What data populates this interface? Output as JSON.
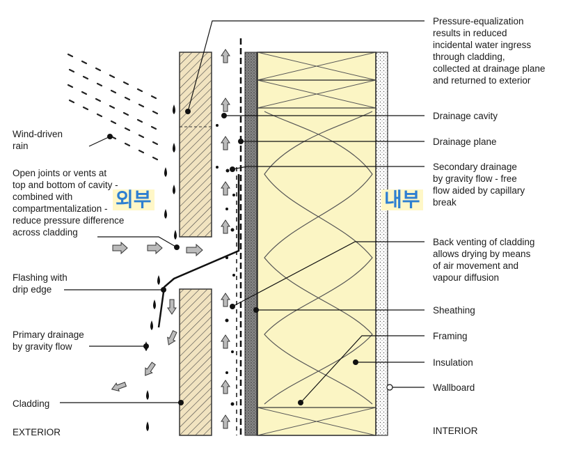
{
  "labels": {
    "pressure_equalization": "Pressure-equalization\nresults in reduced\nincidental water ingress\nthrough cladding,\ncollected at drainage plane\nand returned to exterior",
    "drainage_cavity": "Drainage cavity",
    "drainage_plane": "Drainage plane",
    "secondary_drainage": "Secondary drainage\nby gravity flow - free\nflow aided by capillary\nbreak",
    "back_venting": "Back venting of cladding\nallows drying by means\nof air movement and\nvapour diffusion",
    "sheathing": "Sheathing",
    "framing": "Framing",
    "insulation": "Insulation",
    "wallboard": "Wallboard",
    "interior": "INTERIOR",
    "wind_driven_rain": "Wind-driven\nrain",
    "open_joints": "Open joints or vents at\ntop and bottom of cavity -\ncombined with\ncompartmentalization -\nreduce pressure difference\nacross cladding",
    "flashing": "Flashing with\ndrip edge",
    "primary_drainage": "Primary drainage\nby gravity flow",
    "cladding": "Cladding",
    "exterior": "EXTERIOR"
  },
  "overlay_text": {
    "exterior_ko": "외부",
    "interior_ko": "내부"
  },
  "colors": {
    "insulation_fill": "#fbf5c4",
    "overlay_text": "#2d7fd1",
    "overlay_bg": "#fff7c7"
  }
}
